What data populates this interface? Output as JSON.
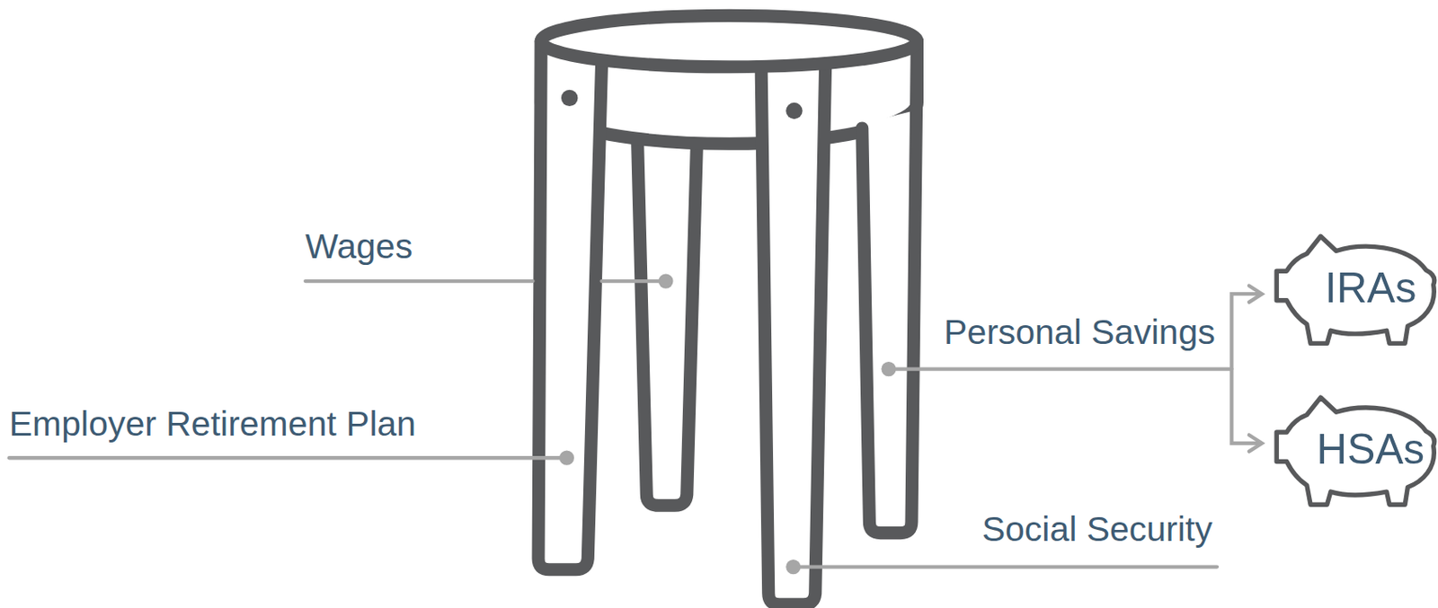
{
  "diagram": {
    "nodes": [
      {
        "text": [
          "IRAs"
        ]
      },
      {
        "text": [
          "HSAs"
        ]
      }
    ],
    "labels": [
      "Wages",
      "Employer Retirement Plan",
      "Personal Savings",
      "Social Security"
    ]
  }
}
